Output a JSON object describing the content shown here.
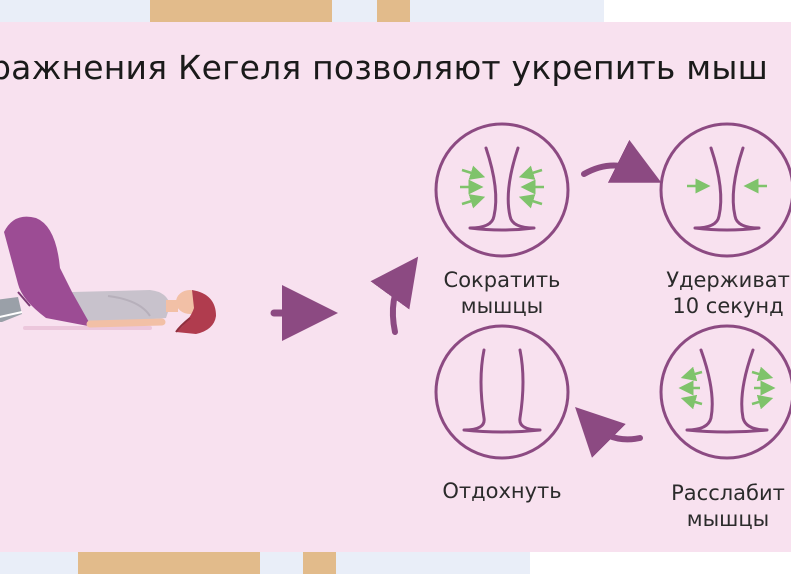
{
  "title": "ражнения Кегеля позволяют укрепить мыш",
  "steps": [
    {
      "line1": "Сократить",
      "line2": "мышцы"
    },
    {
      "line1": "Удерживат",
      "line2": "10 секунд"
    },
    {
      "line1": "Расслабит",
      "line2": "мышцы"
    },
    {
      "line1": "Отдохнуть",
      "line2": ""
    }
  ],
  "colors": {
    "panel": "#f8e1ef",
    "accent": "#8c4a82",
    "arrow_green": "#7fc36b",
    "wood": "#e0b98a",
    "hair": "#b03c4e",
    "leggings": "#9c4c94",
    "shirt": "#c8c2cc"
  },
  "icons": [
    "contract-icon",
    "hold-icon",
    "relax-icon",
    "rest-icon",
    "cycle-arrow-icon",
    "right-arrow-icon"
  ]
}
